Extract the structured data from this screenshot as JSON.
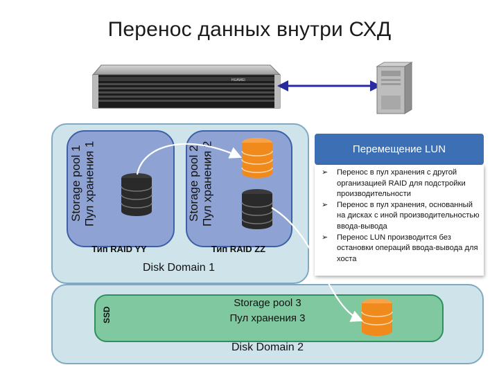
{
  "title": "Перенос данных внутри СХД",
  "pools": {
    "pool1": {
      "name_en": "Storage pool 1",
      "name_ru": "Пул хранения 1",
      "raid": "Тип RAID YY"
    },
    "pool2": {
      "name_en": "Storage pool 2",
      "name_ru": "Пул хранения 2",
      "raid": "Тип RAID ZZ"
    },
    "pool3": {
      "name_en": "Storage pool 3",
      "name_ru": "Пул хранения 3"
    }
  },
  "domains": {
    "domain1": "Disk Domain 1",
    "domain2": "Disk Domain 2"
  },
  "ssd_label": "SSD",
  "panel": {
    "header": "Перемещение LUN",
    "marker": "➢",
    "items": [
      "Перенос в пул хранения с другой организацией RAID для подстройки производительности",
      "Перенос в пул хранения, основанный на дисках с иной производительностью ввода-вывода",
      "Перенос LUN производится без остановки операций ввода-вывода для хоста"
    ]
  },
  "device_brand": "HUAWEI",
  "colors": {
    "domain_bg": "#cfe3ea",
    "pool_bg": "#8ea3d4",
    "ssd_bg": "#7fc8a0",
    "header_bg": "#3d6fb5",
    "disk_orange": "#f08a1c",
    "disk_dark": "#2a2a2a"
  },
  "icons": [
    "storage-array-icon",
    "server-tower-icon",
    "double-arrow-icon",
    "disk-stack-icon"
  ]
}
